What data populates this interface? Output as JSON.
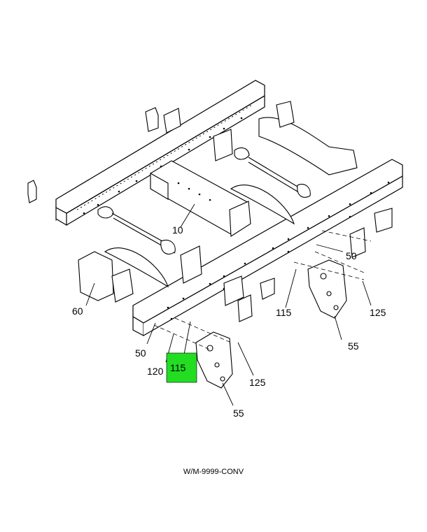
{
  "diagram": {
    "figure_id": "W/M-9999-CONV",
    "highlight_color": "#22dd22",
    "callouts": [
      {
        "id": "c10",
        "text": "10"
      },
      {
        "id": "c50a",
        "text": "50"
      },
      {
        "id": "c50b",
        "text": "50"
      },
      {
        "id": "c55a",
        "text": "55"
      },
      {
        "id": "c55b",
        "text": "55"
      },
      {
        "id": "c60",
        "text": "60"
      },
      {
        "id": "c115a",
        "text": "115"
      },
      {
        "id": "c115b",
        "text": "115"
      },
      {
        "id": "c120",
        "text": "120"
      },
      {
        "id": "c125a",
        "text": "125"
      },
      {
        "id": "c125b",
        "text": "125"
      }
    ]
  }
}
